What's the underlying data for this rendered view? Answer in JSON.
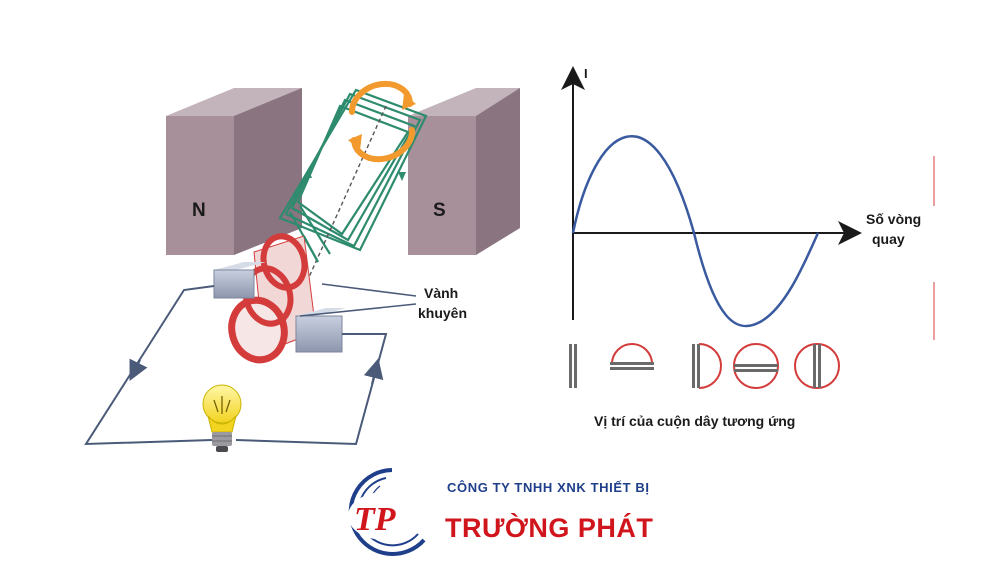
{
  "generator_diagram": {
    "magnet_north": "N",
    "magnet_south": "S",
    "slip_ring_label_line1": "Vành",
    "slip_ring_label_line2": "khuyên"
  },
  "wave_graph": {
    "y_axis_label": "I",
    "x_axis_label_line1": "Số vòng",
    "x_axis_label_line2": "quay",
    "caption": "Vị trí của cuộn dây tương ứng"
  },
  "logo": {
    "monogram": "TP",
    "company_line": "CÔNG TY TNHH XNK THIẾT BỊ",
    "company_name": "TRƯỜNG PHÁT"
  },
  "colors": {
    "magnet": "#a8909a",
    "coil": "#2e8b6e",
    "ring": "#d43c3c",
    "wire": "#4a5a78",
    "curve": "#3a5aa0",
    "rotation_arrow": "#f29a2e",
    "brand_red": "#d0161c",
    "brand_blue": "#1f3f8a"
  }
}
